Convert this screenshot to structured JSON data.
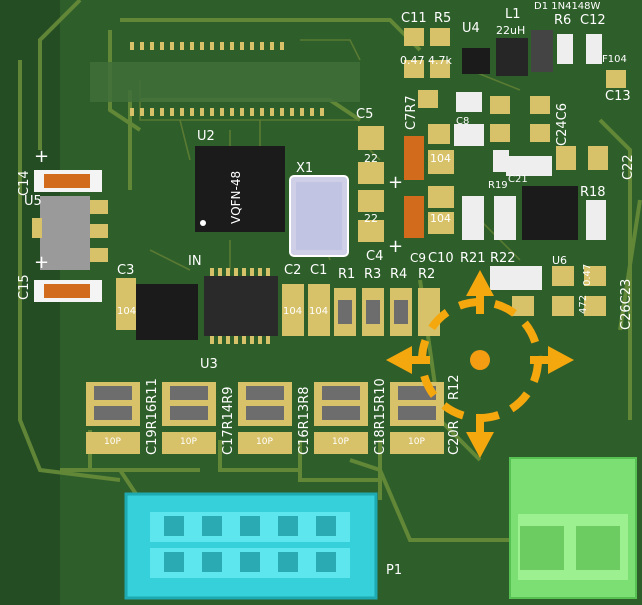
{
  "board": {
    "bg": "#2b5a28",
    "dark": "#183e19",
    "trace": "#6f8f3a",
    "pad": "#d7c26a",
    "silk": "#ffffff"
  },
  "labels": {
    "c11": "C11",
    "r5": "R5",
    "u4": "U4",
    "l1": "L1",
    "l1_val": "22uH",
    "d1": "D1 1N4148W",
    "r6": "R6",
    "c12": "C12",
    "c13": "C13",
    "f104": "F104",
    "v047": "0.47",
    "v47k": "4.7k",
    "c5": "C5",
    "c7r7": "C7R7",
    "c8": "C8",
    "c24c6": "C24C6",
    "u2": "U2",
    "vqfn": "VQFN-48",
    "x1": "X1",
    "c22": "C22",
    "c14": "C14",
    "c15": "C15",
    "u5": "U5",
    "in": "IN",
    "c3": "C3",
    "c2": "C2",
    "c1": "C1",
    "r1": "R1",
    "r3": "R3",
    "r4": "R4",
    "r2": "R2",
    "c4": "C4",
    "c9": "C9",
    "c10": "C10",
    "r21": "R21",
    "r22": "R22",
    "r19": "R19",
    "r18": "R18",
    "u6": "U6",
    "c21": "C21",
    "c26c23": "C26C23",
    "u3": "U3",
    "r12": "R12",
    "c20r": "C20R",
    "c19r16r11": "C19R16R11",
    "c17r14r9": "C17R14R9",
    "c16r13r8": "C16R13R8",
    "c18r15r10": "C18R15R10",
    "p1": "P1",
    "v22": "22",
    "v104": "104",
    "v10p": "10P",
    "v104b": "104",
    "plus": "+",
    "v472": "472",
    "v047b": "0.47"
  }
}
